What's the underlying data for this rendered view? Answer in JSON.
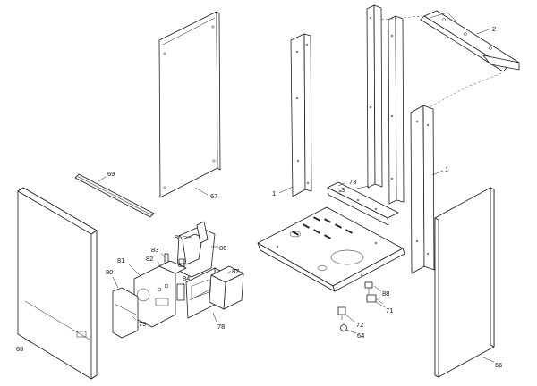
{
  "callouts": {
    "c1a": "1",
    "c1b": "1",
    "c2": "2",
    "c3": "3",
    "c64": "64",
    "c66": "66",
    "c67": "67",
    "c68": "68",
    "c69": "69",
    "c71": "71",
    "c72": "72",
    "c73": "73",
    "c78": "78",
    "c79": "79",
    "c80": "80",
    "c81": "81",
    "c82a": "82",
    "c82b": "82",
    "c83": "83",
    "c84": "84",
    "c85": "85",
    "c86": "86",
    "c87": "87",
    "c88": "88"
  },
  "colors": {
    "line": "#1a1a1a",
    "background": "#ffffff"
  }
}
